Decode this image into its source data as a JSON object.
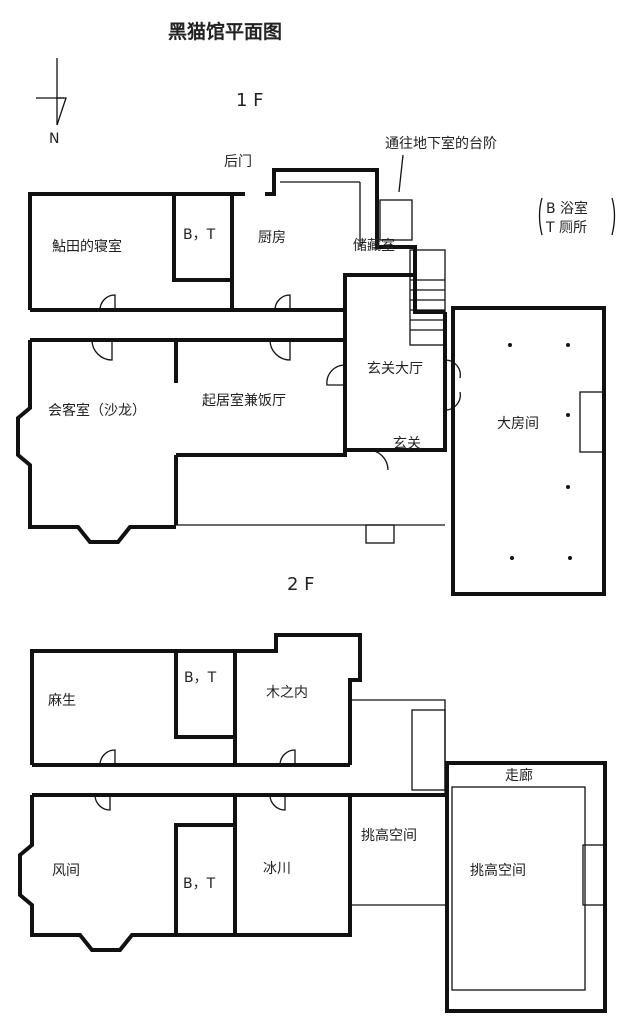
{
  "title": "黑猫馆平面图",
  "compass": {
    "label": "N"
  },
  "legend": {
    "b": "B 浴室",
    "t": "T 厕所"
  },
  "floor1": {
    "label": "1 F",
    "back_door": "后门",
    "basement_stairs": "通往地下室的台阶",
    "rooms": {
      "bedroom": "鮎田的寝室",
      "bt": "B，T",
      "kitchen": "厨房",
      "storage": "储藏室",
      "salon": "会客室（沙龙）",
      "living": "起居室兼饭厅",
      "entrance_hall": "玄关大厅",
      "entrance": "玄关",
      "big_room": "大房间"
    }
  },
  "floor2": {
    "label": "2 F",
    "rooms": {
      "aso": "麻生",
      "bt_top": "B，T",
      "kinouchi": "木之内",
      "corridor": "走廊",
      "kazama": "风间",
      "bt_bottom": "B，T",
      "hikawa": "冰川",
      "void_small": "挑高空间",
      "void_big": "挑高空间"
    }
  }
}
